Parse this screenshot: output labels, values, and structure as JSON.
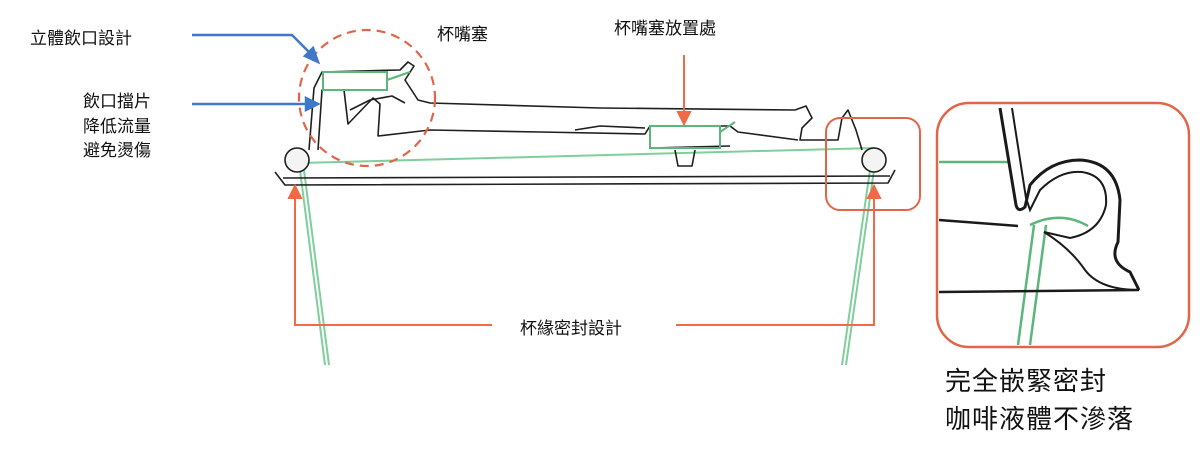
{
  "labels": {
    "upright_spout": "立體飲口設計",
    "spout_plug": "杯嘴塞",
    "plug_storage": "杯嘴塞放置處",
    "spout_baffle": [
      "飲口擋片",
      "降低流量",
      "避免燙傷"
    ],
    "rim_seal": "杯緣密封設計",
    "tight_fit": [
      "完全嵌緊密封",
      "咖啡液體不滲落"
    ]
  },
  "colors": {
    "outline": "#1a1a1a",
    "cup_wall": "#6cc38a",
    "orange_arrow": "#ef6a45",
    "blue_arrow": "#3f78c9",
    "circle_dash": "#e0664a",
    "callout_box": "#e0664a"
  }
}
